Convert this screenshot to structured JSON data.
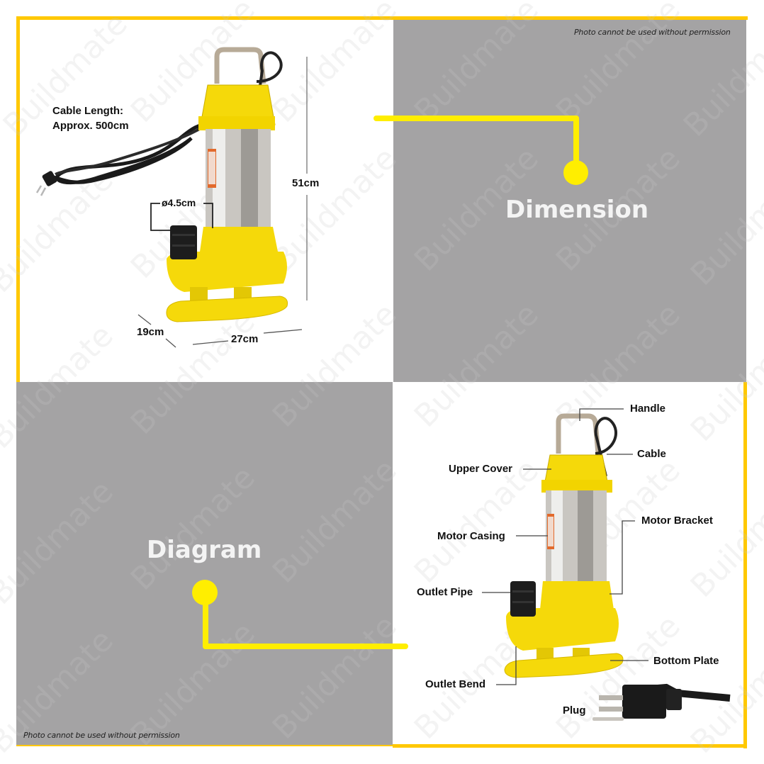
{
  "colors": {
    "frame": "#FFC800",
    "connector": "#FFEE00",
    "panel_gray": "#A4A3A4",
    "title_text": "#F4F4F4",
    "pump_yellow": "#F5D90A",
    "label_text": "#111111"
  },
  "watermark": "Buildmate",
  "notices": {
    "top_right": "Photo cannot be used without permission",
    "bottom_left": "Photo cannot be used without permission"
  },
  "dimension_panel": {
    "title": "Dimension",
    "cable_length_line1": "Cable Length:",
    "cable_length_line2": "Approx. 500cm",
    "outlet_diameter": "ø4.5cm",
    "height": "51cm",
    "depth": "19cm",
    "width": "27cm"
  },
  "diagram_panel": {
    "title": "Diagram",
    "labels": {
      "handle": "Handle",
      "cable": "Cable",
      "upper_cover": "Upper Cover",
      "motor_bracket": "Motor Bracket",
      "motor_casing": "Motor Casing",
      "outlet_pipe": "Outlet Pipe",
      "bottom_plate": "Bottom Plate",
      "outlet_bend": "Outlet Bend",
      "plug": "Plug"
    }
  }
}
